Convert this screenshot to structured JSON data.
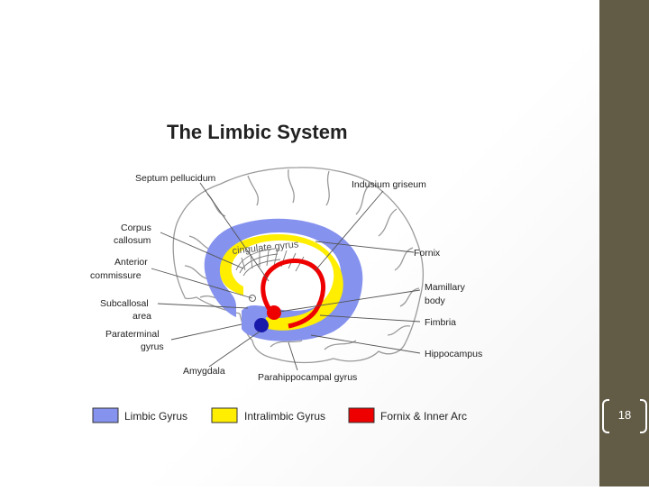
{
  "title": "The Limbic System",
  "labels": {
    "septum_pellucidum": "Septum pellucidum",
    "indusium_griseum": "Indusium griseum",
    "corpus_callosum_1": "Corpus",
    "corpus_callosum_2": "callosum",
    "anterior_commissure_1": "Anterior",
    "anterior_commissure_2": "commissure",
    "fornix": "Fornix",
    "mamillary_body_1": "Mamillary",
    "mamillary_body_2": "body",
    "subcallosal_area_1": "Subcallosal",
    "subcallosal_area_2": "area",
    "fimbria": "Fimbria",
    "paraterminal_gyrus_1": "Paraterminal",
    "paraterminal_gyrus_2": "gyrus",
    "hippocampus": "Hippocampus",
    "amygdala": "Amygdala",
    "parahippocampal_gyrus": "Parahippocampal gyrus",
    "cingulate_gyrus": "cingulate gyrus"
  },
  "legend": [
    {
      "label": "Limbic Gyrus",
      "color": "#8592ee"
    },
    {
      "label": "Intralimbic Gyrus",
      "color": "#ffee00"
    },
    {
      "label": "Fornix & Inner Arc",
      "color": "#ee0000"
    }
  ],
  "page_number": "18",
  "colors": {
    "sidebar": "#625b45",
    "limbic": "#8592ee",
    "intralimbic": "#ffee00",
    "fornix": "#ee0000",
    "amygdala": "#1a1aaa"
  }
}
